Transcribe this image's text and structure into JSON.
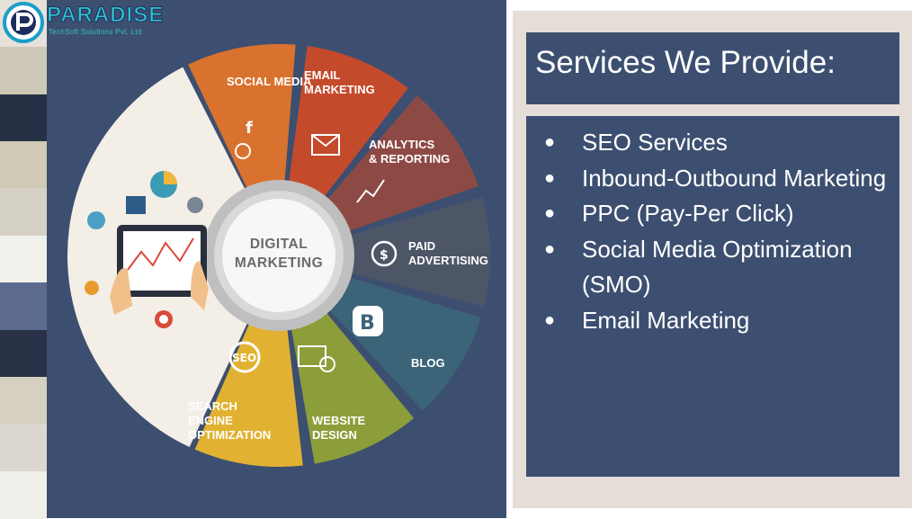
{
  "logo": {
    "title": "PARADISE",
    "subtitle": "TechSoft Solutions Pvt. Ltd"
  },
  "wheel": {
    "center": [
      "DIGITAL",
      "MARKETING"
    ],
    "segments": [
      {
        "lines": [
          "SOCIAL MEDIA"
        ],
        "color": "#d9722e"
      },
      {
        "lines": [
          "EMAIL",
          "MARKETING"
        ],
        "color": "#c44a2c"
      },
      {
        "lines": [
          "ANALYTICS",
          "& REPORTING"
        ],
        "color": "#8d4a45"
      },
      {
        "lines": [
          "PAID",
          "ADVERTISING"
        ],
        "color": "#4d5667"
      },
      {
        "lines": [
          "BLOG"
        ],
        "color": "#3c6478"
      },
      {
        "lines": [
          "WEBSITE",
          "DESIGN"
        ],
        "color": "#8c9e3a"
      },
      {
        "lines": [
          "SEARCH",
          "ENGINE",
          "OPTIMIZATION"
        ],
        "color": "#e1b232"
      }
    ],
    "illustration_color": "#f3eee6"
  },
  "services": {
    "title": "Services We Provide:",
    "bullet": "●",
    "items": [
      "SEO Services",
      "Inbound-Outbound Marketing",
      "PPC (Pay-Per Click)",
      "Social Media Optimization (SMO)",
      "Email Marketing"
    ]
  },
  "colors": {
    "panel": "#3d4f70",
    "right_bg": "#e5ddd8",
    "stripes": [
      "#e6e1d9",
      "#cec8b6",
      "#263045",
      "#d0cab7",
      "#d6d1c5",
      "#f1f1ec",
      "#5c6a8f",
      "#2a3248",
      "#d5d0bf",
      "#ddd8cf",
      "#f0efea"
    ]
  }
}
